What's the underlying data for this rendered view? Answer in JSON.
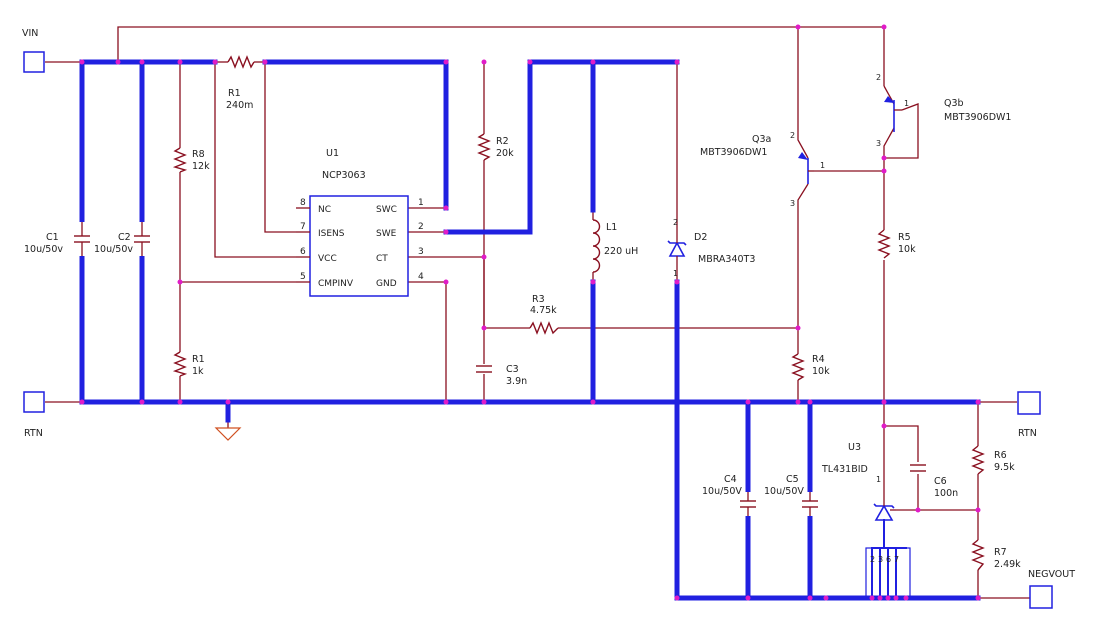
{
  "ports": {
    "vin": "VIN",
    "rtn_left": "RTN",
    "rtn_right": "RTN",
    "negvout": "NEGVOUT"
  },
  "u1": {
    "ref": "U1",
    "part": "NCP3063",
    "pins_left": [
      {
        "num": "8",
        "name": "NC"
      },
      {
        "num": "7",
        "name": "ISENS"
      },
      {
        "num": "6",
        "name": "VCC"
      },
      {
        "num": "5",
        "name": "CMPINV"
      }
    ],
    "pins_right": [
      {
        "num": "1",
        "name": "SWC"
      },
      {
        "num": "2",
        "name": "SWE"
      },
      {
        "num": "3",
        "name": "CT"
      },
      {
        "num": "4",
        "name": "GND"
      }
    ]
  },
  "components": {
    "r1_top": {
      "ref": "R1",
      "value": "240m"
    },
    "r8": {
      "ref": "R8",
      "value": "12k"
    },
    "r1_bottom": {
      "ref": "R1",
      "value": "1k"
    },
    "r2": {
      "ref": "R2",
      "value": "20k"
    },
    "r3": {
      "ref": "R3",
      "value": "4.75k"
    },
    "r4": {
      "ref": "R4",
      "value": "10k"
    },
    "r5": {
      "ref": "R5",
      "value": "10k"
    },
    "r6": {
      "ref": "R6",
      "value": "9.5k"
    },
    "r7": {
      "ref": "R7",
      "value": "2.49k"
    },
    "c1": {
      "ref": "C1",
      "value": "10u/50v"
    },
    "c2": {
      "ref": "C2",
      "value": "10u/50v"
    },
    "c3": {
      "ref": "C3",
      "value": "3.9n"
    },
    "c4": {
      "ref": "C4",
      "value": "10u/50V"
    },
    "c5": {
      "ref": "C5",
      "value": "10u/50V"
    },
    "c6": {
      "ref": "C6",
      "value": "100n"
    },
    "l1": {
      "ref": "L1",
      "value": "220 uH"
    },
    "d2": {
      "ref": "D2",
      "value": "MBRA340T3"
    },
    "q3a": {
      "ref": "Q3a",
      "value": "MBT3906DW1",
      "pins": [
        "2",
        "1",
        "3"
      ]
    },
    "q3b": {
      "ref": "Q3b",
      "value": "MBT3906DW1",
      "pins": [
        "2",
        "1",
        "3"
      ]
    },
    "u3": {
      "ref": "U3",
      "value": "TL431BID",
      "pin_top": "1",
      "pins_bottom": [
        "2",
        "3",
        "6",
        "7"
      ]
    }
  },
  "colors": {
    "wire": "#8a1020",
    "bus": "#2020e0",
    "junction": "#e01cc8",
    "ground": "#d05020"
  }
}
